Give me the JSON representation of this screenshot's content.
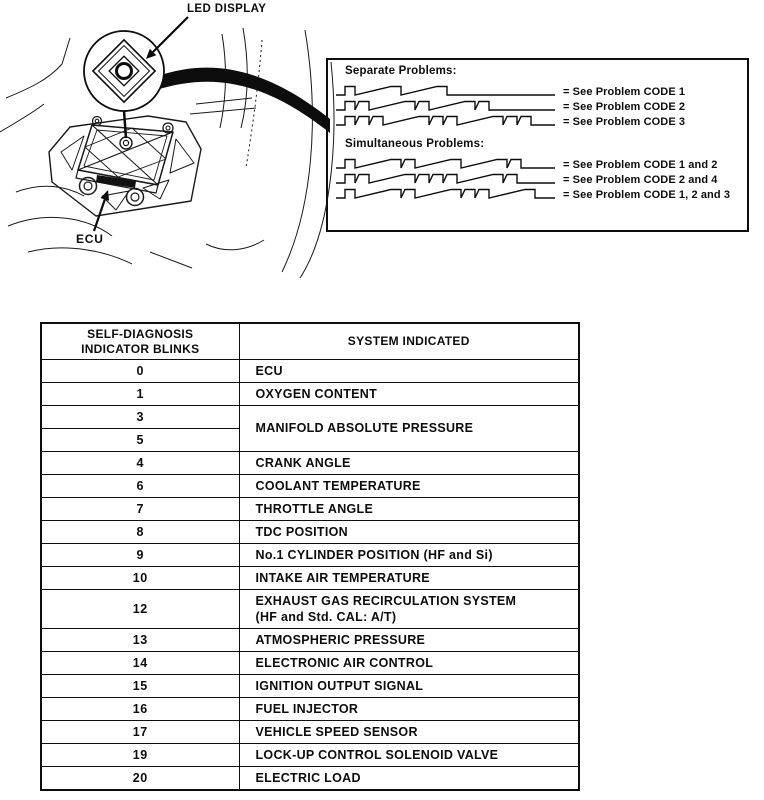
{
  "colors": {
    "ink": "#0d0d0d",
    "paper": "#ffffff"
  },
  "illustration": {
    "led_display_label": "LED DISPLAY",
    "ecu_label": "ECU"
  },
  "diagnosis_box": {
    "sections": [
      {
        "heading": "Separate Problems:",
        "waveforms": [
          {
            "pulses": [
              1,
              1,
              1
            ],
            "label": "= See Problem CODE 1"
          },
          {
            "pulses": [
              2,
              2,
              2
            ],
            "label": "= See Problem CODE 2"
          },
          {
            "pulses": [
              3,
              3,
              3
            ],
            "label": "= See Problem CODE 3"
          }
        ]
      },
      {
        "heading": "Simultaneous Problems:",
        "waveforms": [
          {
            "pulses": [
              1,
              2,
              1,
              2
            ],
            "label": "= See Problem CODE 1 and 2"
          },
          {
            "pulses": [
              2,
              4,
              2
            ],
            "label": "= See Problem CODE 2 and 4"
          },
          {
            "pulses": [
              1,
              2,
              3,
              1
            ],
            "label": "= See Problem CODE 1, 2 and 3"
          }
        ]
      }
    ]
  },
  "table": {
    "header_blinks_line1": "SELF-DIAGNOSIS",
    "header_blinks_line2": "INDICATOR BLINKS",
    "header_system": "SYSTEM INDICATED",
    "rows": [
      {
        "blinks": "0",
        "system": "ECU"
      },
      {
        "blinks": "1",
        "system": "OXYGEN CONTENT"
      },
      {
        "blinks": "3",
        "system": "MANIFOLD ABSOLUTE PRESSURE",
        "rowspan": 2
      },
      {
        "blinks": "5",
        "merged": true
      },
      {
        "blinks": "4",
        "system": "CRANK ANGLE"
      },
      {
        "blinks": "6",
        "system": "COOLANT TEMPERATURE"
      },
      {
        "blinks": "7",
        "system": "THROTTLE ANGLE"
      },
      {
        "blinks": "8",
        "system": "TDC POSITION"
      },
      {
        "blinks": "9",
        "system": "No.1 CYLINDER POSITION (HF and Si)"
      },
      {
        "blinks": "10",
        "system": "INTAKE AIR TEMPERATURE"
      },
      {
        "blinks": "12",
        "system": "EXHAUST GAS RECIRCULATION SYSTEM",
        "system_line2": "(HF and Std. CAL: A/T)",
        "tall": true
      },
      {
        "blinks": "13",
        "system": "ATMOSPHERIC PRESSURE"
      },
      {
        "blinks": "14",
        "system": "ELECTRONIC AIR CONTROL"
      },
      {
        "blinks": "15",
        "system": "IGNITION OUTPUT SIGNAL"
      },
      {
        "blinks": "16",
        "system": "FUEL INJECTOR"
      },
      {
        "blinks": "17",
        "system": "VEHICLE SPEED SENSOR"
      },
      {
        "blinks": "19",
        "system": "LOCK-UP CONTROL SOLENOID VALVE"
      },
      {
        "blinks": "20",
        "system": "ELECTRIC LOAD"
      }
    ]
  }
}
